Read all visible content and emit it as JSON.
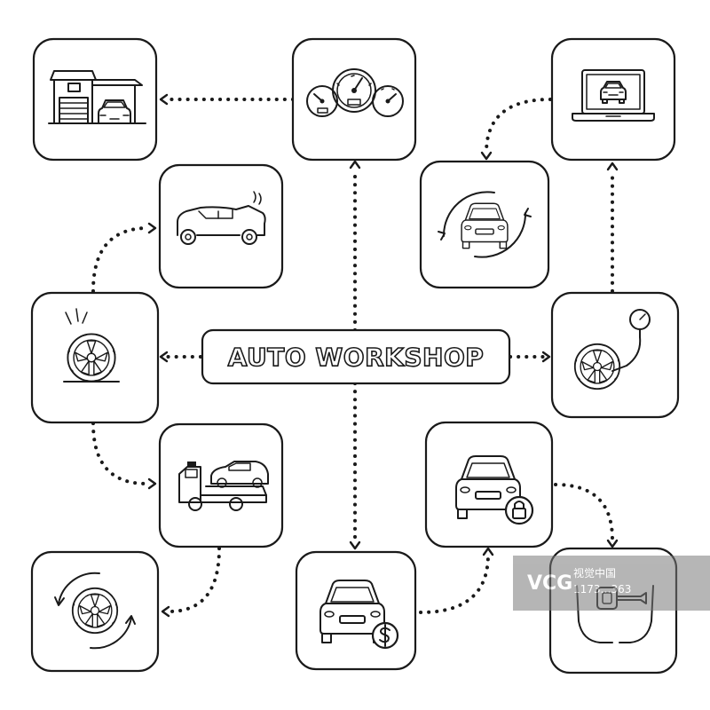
{
  "title": "AUTO WORKSHOP",
  "nodes": [
    {
      "id": "garage",
      "icon": "garage-icon"
    },
    {
      "id": "speedometer",
      "icon": "dashboard-gauges-icon"
    },
    {
      "id": "laptop",
      "icon": "laptop-car-icon"
    },
    {
      "id": "car-rotate",
      "icon": "car-360-icon"
    },
    {
      "id": "car-hood",
      "icon": "car-open-hood-icon"
    },
    {
      "id": "tire-flat",
      "icon": "flat-tire-icon"
    },
    {
      "id": "tire-pressure",
      "icon": "tire-pressure-gauge-icon"
    },
    {
      "id": "tow-truck",
      "icon": "tow-truck-icon"
    },
    {
      "id": "car-lock",
      "icon": "car-lock-icon"
    },
    {
      "id": "tire-rotate",
      "icon": "tire-rotation-icon"
    },
    {
      "id": "car-price",
      "icon": "car-dollar-icon"
    },
    {
      "id": "car-key",
      "icon": "car-key-hands-icon"
    }
  ],
  "edges": [
    [
      "center",
      "speedometer"
    ],
    [
      "speedometer",
      "garage"
    ],
    [
      "center",
      "tire-flat"
    ],
    [
      "tire-flat",
      "car-hood"
    ],
    [
      "tire-flat",
      "tow-truck"
    ],
    [
      "tow-truck",
      "tire-rotate"
    ],
    [
      "center",
      "car-price"
    ],
    [
      "car-price",
      "car-lock"
    ],
    [
      "car-lock",
      "car-key"
    ],
    [
      "center",
      "tire-pressure"
    ],
    [
      "tire-pressure",
      "laptop"
    ],
    [
      "laptop",
      "car-rotate"
    ]
  ],
  "watermark": {
    "logo": "VCG",
    "brand": "视觉中国"
  }
}
